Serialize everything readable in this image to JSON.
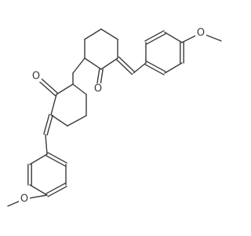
{
  "diagram": {
    "type": "skeletal-structure",
    "background": "#ffffff",
    "bond_color": "#3a3a3a",
    "atoms": [
      {
        "id": "o_me_top",
        "label": "O"
      },
      {
        "id": "o_keto_top",
        "label": "O"
      },
      {
        "id": "o_keto_left",
        "label": "O"
      },
      {
        "id": "o_me_bottom",
        "label": "O"
      }
    ]
  }
}
